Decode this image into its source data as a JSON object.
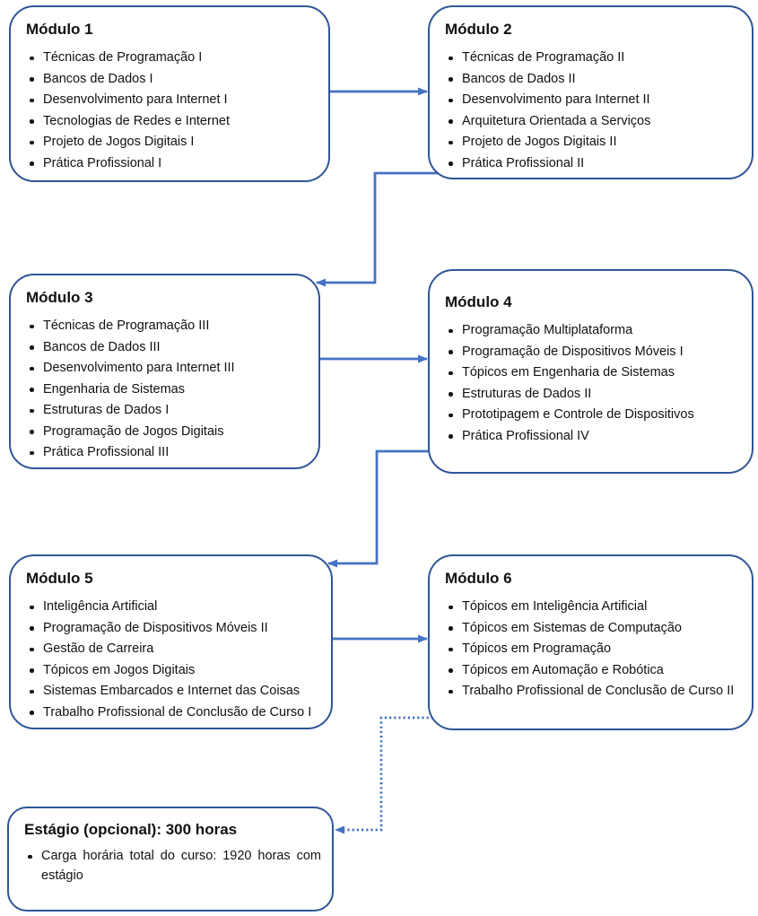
{
  "modules": [
    {
      "title": "Módulo 1",
      "items": [
        "Técnicas de Programação I",
        "Bancos de Dados I",
        "Desenvolvimento para Internet I",
        "Tecnologias de Redes e Internet",
        "Projeto de Jogos Digitais I",
        "Prática Profissional I"
      ]
    },
    {
      "title": "Módulo 2",
      "items": [
        "Técnicas de Programação II",
        "Bancos de Dados II",
        "Desenvolvimento para Internet II",
        "Arquitetura Orientada a Serviços",
        "Projeto de Jogos Digitais II",
        "Prática Profissional II"
      ]
    },
    {
      "title": "Módulo 3",
      "items": [
        "Técnicas de Programação III",
        "Bancos de Dados III",
        "Desenvolvimento para Internet III",
        "Engenharia de Sistemas",
        "Estruturas de Dados I",
        "Programação de Jogos Digitais",
        "Prática Profissional III"
      ]
    },
    {
      "title": "Módulo 4",
      "items": [
        "Programação Multiplataforma",
        "Programação de Dispositivos Móveis I",
        "Tópicos em Engenharia de Sistemas",
        "Estruturas de Dados II",
        "Prototipagem e Controle de Dispositivos",
        "Prática Profissional IV"
      ]
    },
    {
      "title": "Módulo 5",
      "items": [
        "Inteligência Artificial",
        "Programação de Dispositivos Móveis II",
        "Gestão de Carreira",
        "Tópicos em Jogos Digitais",
        "Sistemas Embarcados e Internet das Coisas",
        "Trabalho Profissional de Conclusão de Curso I"
      ]
    },
    {
      "title": "Módulo 6",
      "items": [
        "Tópicos em Inteligência Artificial",
        "Tópicos em Sistemas de Computação",
        "Tópicos em Programação",
        "Tópicos em Automação e Robótica",
        "Trabalho Profissional de Conclusão de Curso II"
      ]
    }
  ],
  "internship": {
    "title": "Estágio (opcional): 300 horas",
    "items": [
      "Carga horária total do curso: 1920 horas com estágio"
    ]
  },
  "colors": {
    "box_border": "#2F5597",
    "arrow": "#4472C4",
    "text": "#111111",
    "background": "#FFFFFF"
  }
}
